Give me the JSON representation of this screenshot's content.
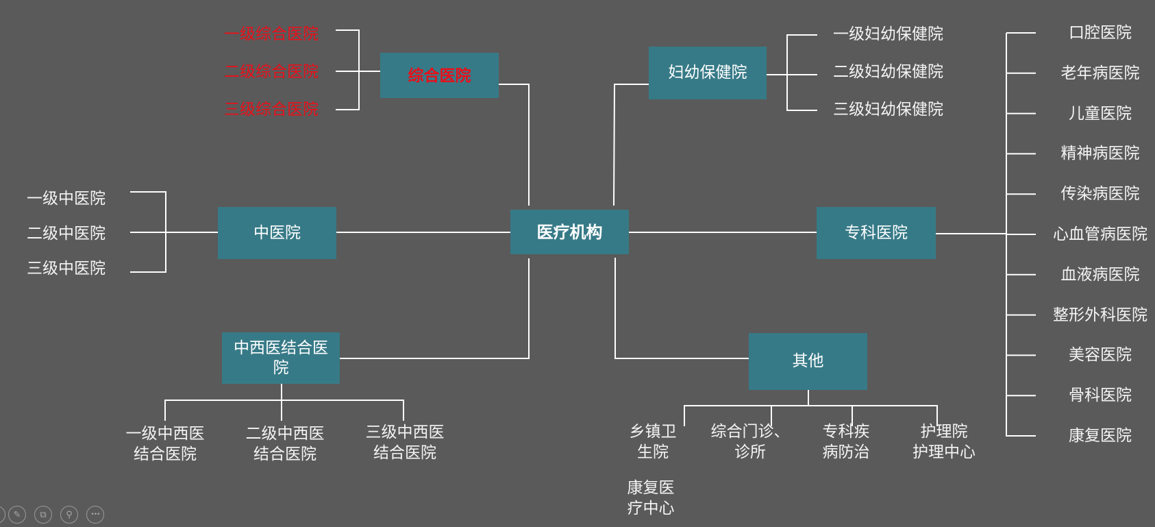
{
  "diagram": {
    "root": {
      "label": "医疗机构"
    },
    "colors": {
      "background": "#5a5a5a",
      "box": "#377a87",
      "line": "#ffffff",
      "highlight": "#e8101a",
      "text": "#ffffff"
    },
    "general_hospital": {
      "label": "综合医院",
      "highlighted": true,
      "children": [
        "一级综合医院",
        "二级综合医院",
        "三级综合医院"
      ]
    },
    "tcm_hospital": {
      "label": "中医院",
      "children": [
        "一级中医院",
        "二级中医院",
        "三级中医院"
      ]
    },
    "integrated_hospital": {
      "label": "中西医结合医院",
      "children": [
        "一级中西医结合医院",
        "二级中西医结合医院",
        "三级中西医结合医院"
      ]
    },
    "maternal_child": {
      "label": "妇幼保健院",
      "children": [
        "一级妇幼保健院",
        "二级妇幼保健院",
        "三级妇幼保健院"
      ]
    },
    "specialty_hospital": {
      "label": "专科医院",
      "children": [
        "口腔医院",
        "老年病医院",
        "儿童医院",
        "精神病医院",
        "传染病医院",
        "心血管病医院",
        "血液病医院",
        "整形外科医院",
        "美容医院",
        "骨科医院",
        "康复医院"
      ]
    },
    "others": {
      "label": "其他",
      "children": [
        "乡镇卫生院",
        "综合门诊、诊所",
        "专科疾病防治",
        "护理院护理中心",
        "康复医疗中心"
      ]
    }
  },
  "labels_wrapped": {
    "integrated_box": [
      "中西医结合医",
      "院"
    ],
    "integrated_children": [
      [
        "一级中西医",
        "结合医院"
      ],
      [
        "二级中西医",
        "结合医院"
      ],
      [
        "三级中西医",
        "结合医院"
      ]
    ],
    "others_children": [
      [
        "乡镇卫",
        "生院"
      ],
      [
        "综合门诊、",
        "诊所"
      ],
      [
        "专科疾",
        "病防治"
      ],
      [
        "护理院",
        "护理中心"
      ],
      [
        "康复医",
        "疗中心"
      ]
    ]
  },
  "toolbar": {
    "items": [
      {
        "name": "previous",
        "icon": "arrow-left-icon"
      },
      {
        "name": "pen",
        "icon": "pen-icon",
        "glyph": "✎"
      },
      {
        "name": "slides",
        "icon": "slides-icon",
        "glyph": "⧉"
      },
      {
        "name": "zoom",
        "icon": "magnifier-icon",
        "glyph": "⚲"
      },
      {
        "name": "more",
        "icon": "more-icon",
        "glyph": "•••"
      }
    ]
  }
}
